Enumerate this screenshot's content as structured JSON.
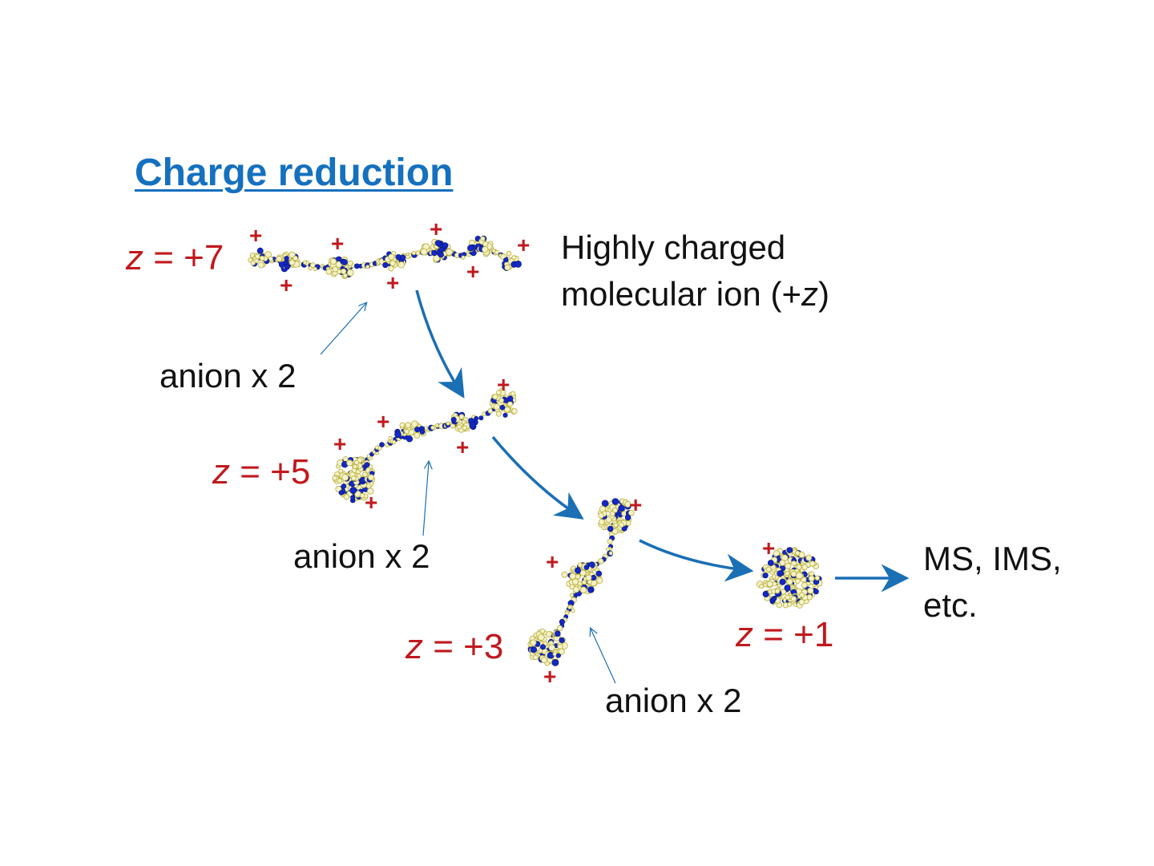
{
  "title": "Charge reduction",
  "colors": {
    "title": "#1570bf",
    "charge": "#c0191e",
    "arrow": "#1a6fb5",
    "text": "#111111",
    "atom_fill": "#f4f2c8",
    "atom_stroke": "#b8ae3a",
    "backbone": "#1428c8"
  },
  "ions": [
    {
      "z_var": "z",
      "z_value": "= +7"
    },
    {
      "z_var": "z",
      "z_value": "= +5"
    },
    {
      "z_var": "z",
      "z_value": "= +3"
    },
    {
      "z_var": "z",
      "z_value": "= +1"
    }
  ],
  "charge_symbol": "+",
  "description": {
    "line1": "Highly charged",
    "line2_prefix": "molecular ion (+",
    "line2_var": "z",
    "line2_suffix": ")"
  },
  "anion_labels": [
    "anion x 2",
    "anion x 2",
    "anion x 2"
  ],
  "output": {
    "line1": "MS, IMS,",
    "line2": "etc."
  }
}
